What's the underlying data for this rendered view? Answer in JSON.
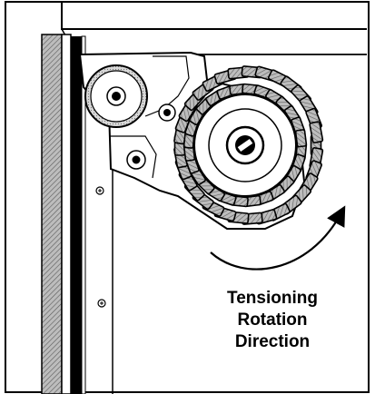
{
  "annotation": {
    "lines": [
      "Tensioning",
      "Rotation",
      "Direction"
    ]
  },
  "colors": {
    "ink": "#000000",
    "paper": "#ffffff",
    "chain_fill": "#8a8a8a",
    "hatch": "#7a7a7a",
    "roller_fill": "#dcdcdc"
  }
}
